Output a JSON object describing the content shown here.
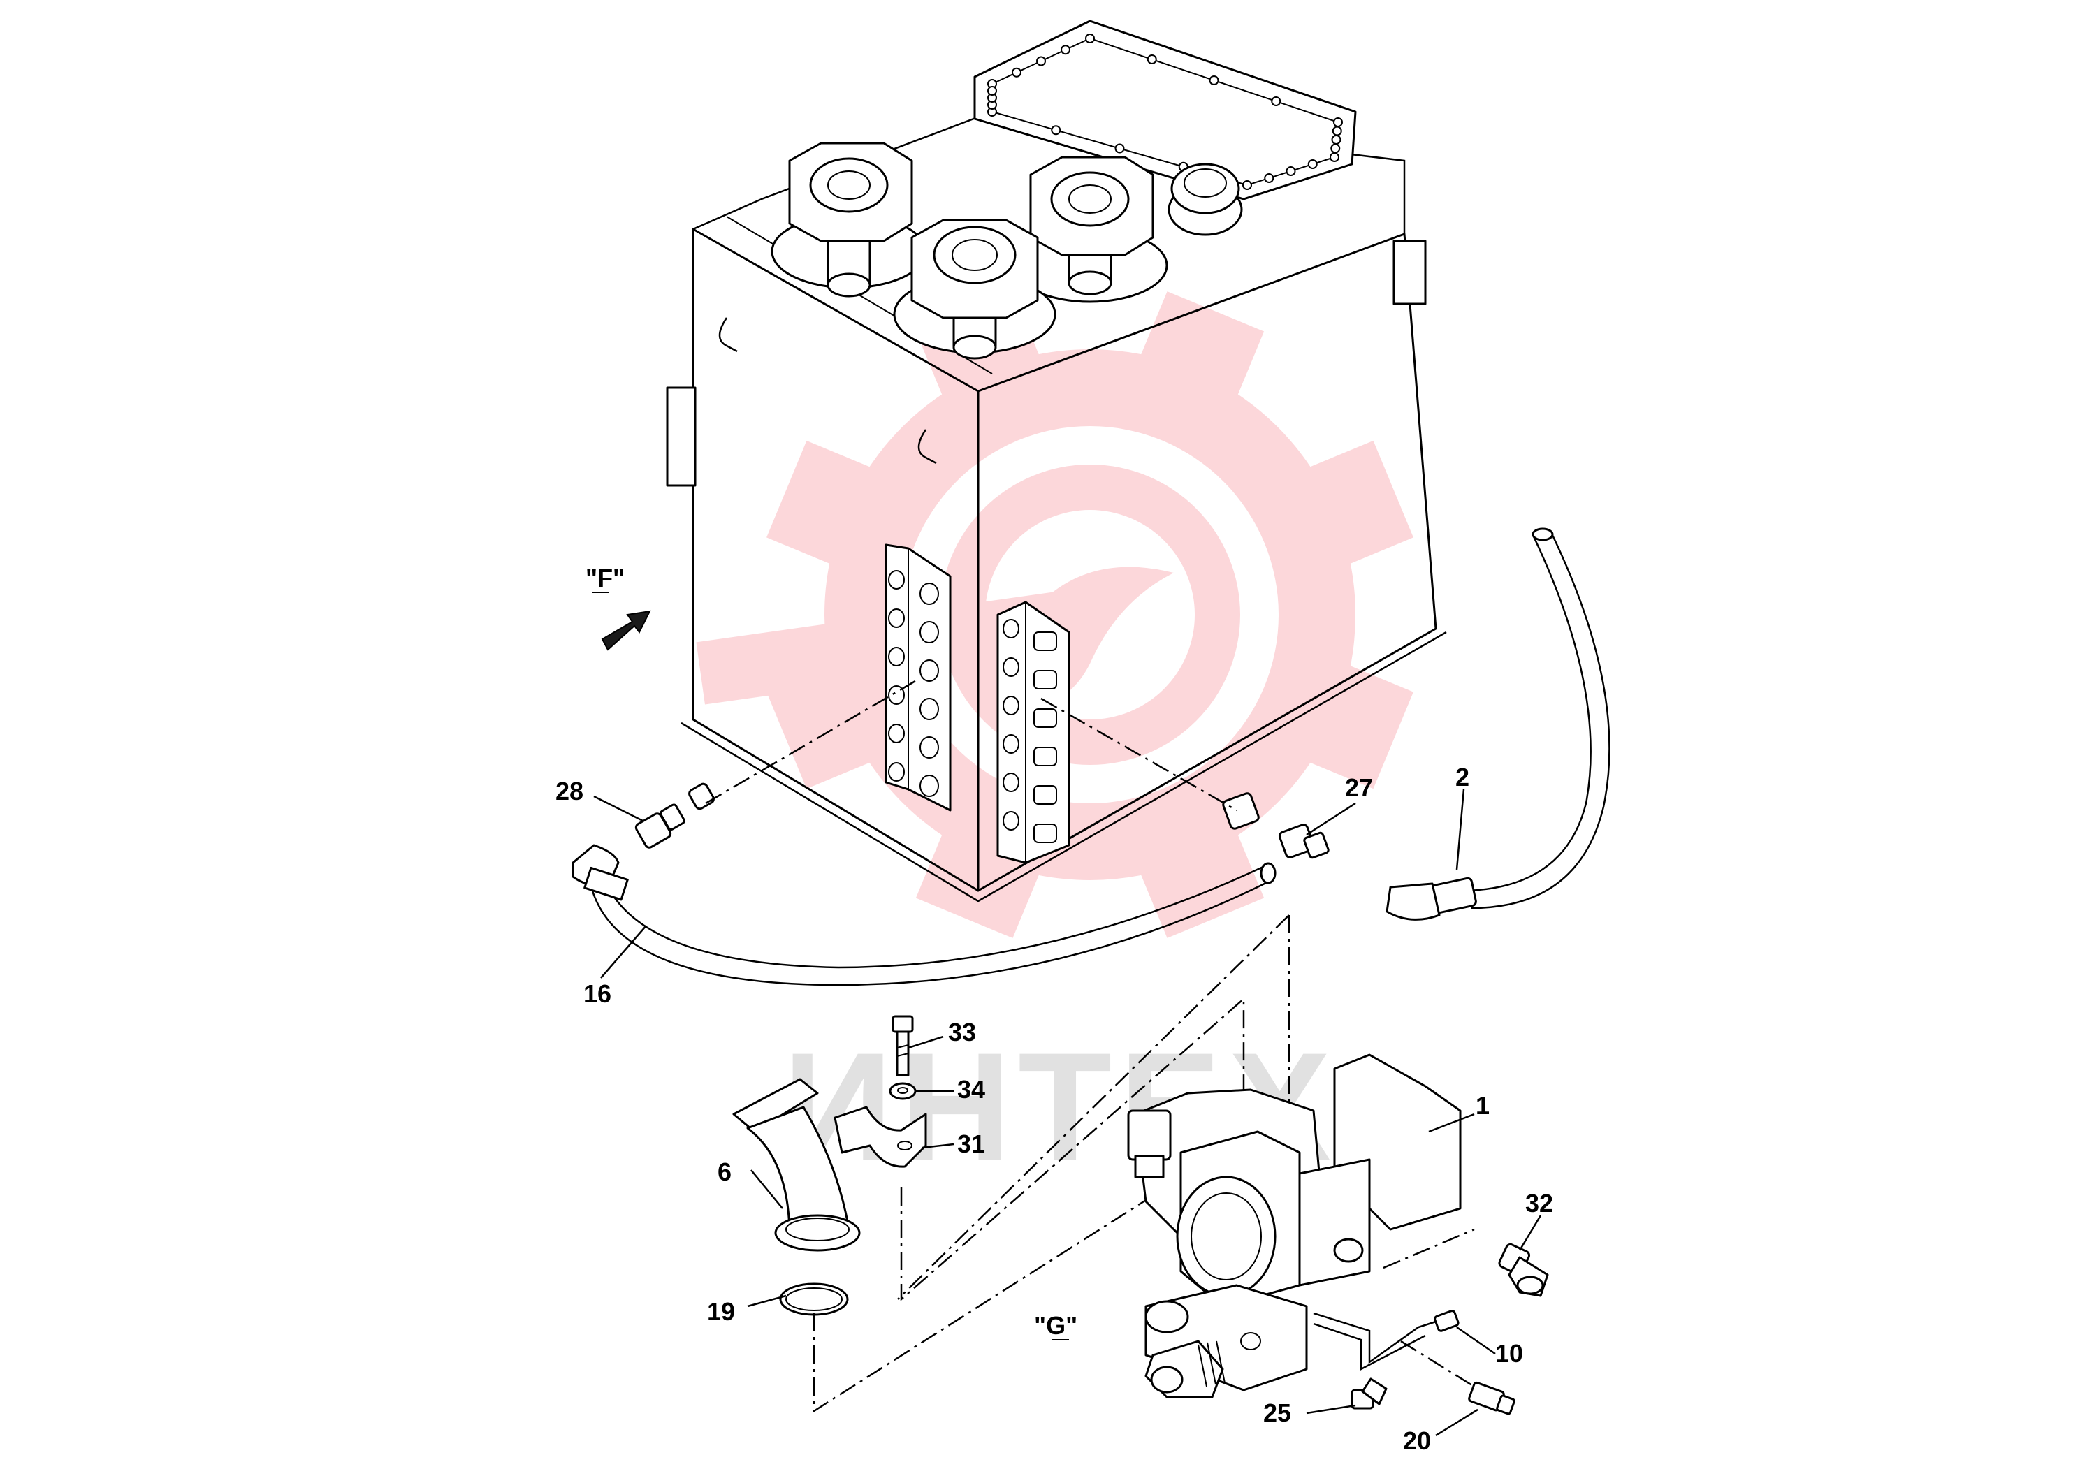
{
  "diagram": {
    "view_labels": {
      "f": "\"F\"",
      "g": "\"G\""
    },
    "callouts": [
      {
        "id": "c1",
        "text": "1"
      },
      {
        "id": "c2",
        "text": "2"
      },
      {
        "id": "c6",
        "text": "6"
      },
      {
        "id": "c10",
        "text": "10"
      },
      {
        "id": "c16",
        "text": "16"
      },
      {
        "id": "c19",
        "text": "19"
      },
      {
        "id": "c20",
        "text": "20"
      },
      {
        "id": "c25",
        "text": "25"
      },
      {
        "id": "c27",
        "text": "27"
      },
      {
        "id": "c28",
        "text": "28"
      },
      {
        "id": "c31",
        "text": "31"
      },
      {
        "id": "c32",
        "text": "32"
      },
      {
        "id": "c33",
        "text": "33"
      },
      {
        "id": "c34",
        "text": "34"
      }
    ],
    "watermark": {
      "text": "ИНТЕХ",
      "gear_color": "#f7a0a8"
    },
    "colors": {
      "ink": "#000000",
      "paper": "#ffffff"
    }
  }
}
